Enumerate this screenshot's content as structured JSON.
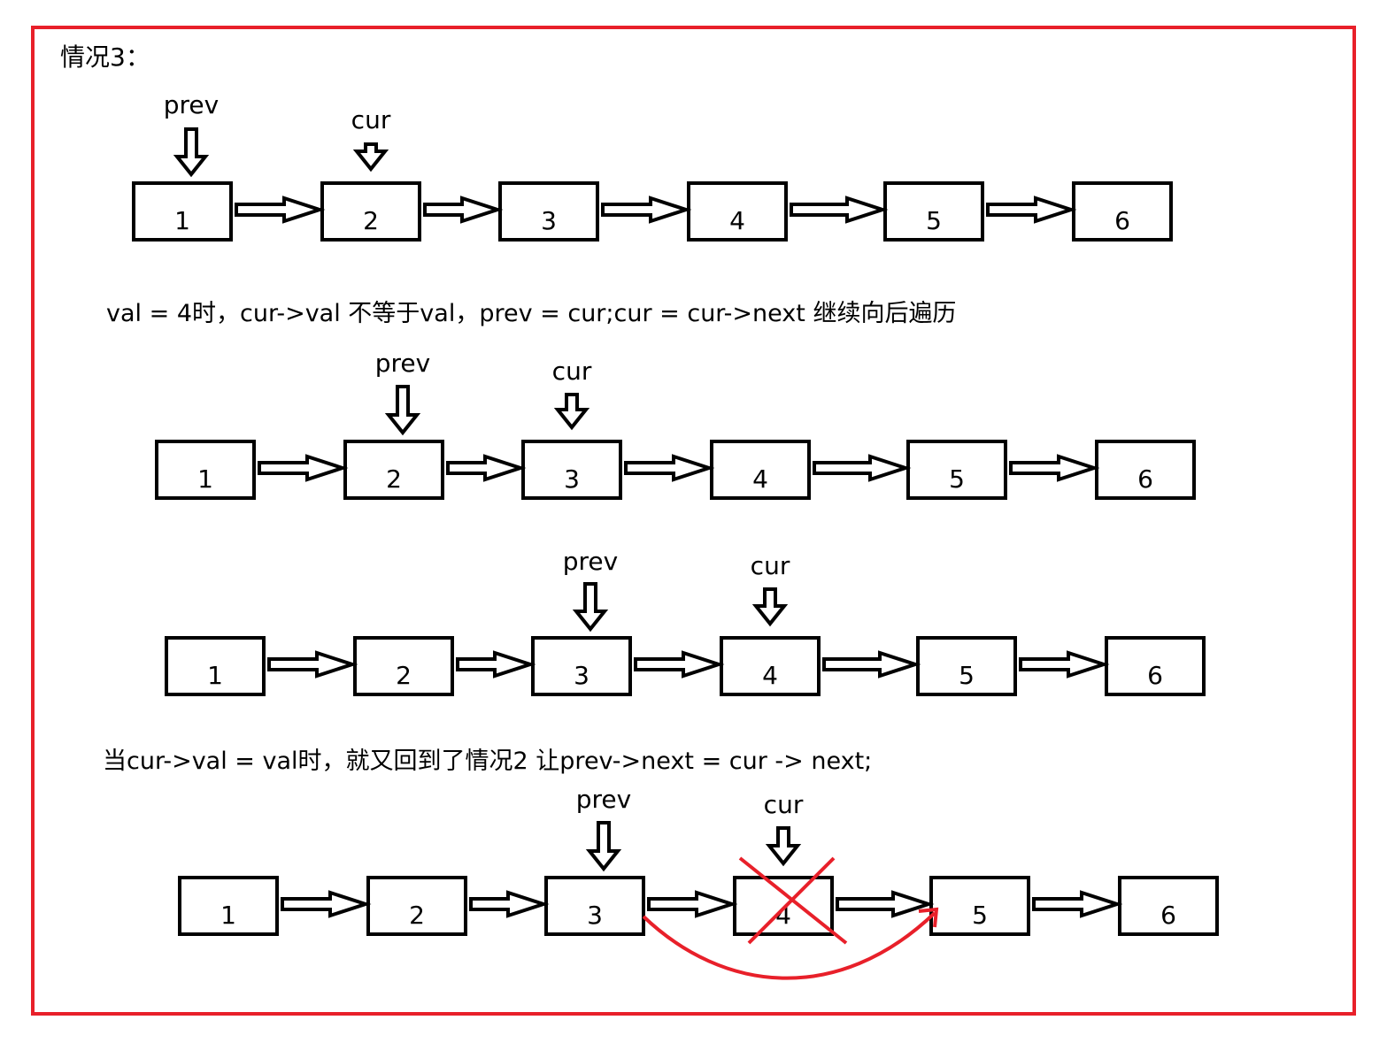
{
  "title": "情况3：",
  "frame_color": "#e8202a",
  "cross_color": "#e8202a",
  "bypass_color": "#e8202a",
  "node_labels": [
    "1",
    "2",
    "3",
    "4",
    "5",
    "6"
  ],
  "pointer_labels": {
    "prev": "prev",
    "cur": "cur"
  },
  "captions": {
    "step1": "val = 4时，cur->val 不等于val，prev = cur;cur = cur->next 继续向后遍历",
    "step3": "当cur->val = val时，就又回到了情况2 让prev->next = cur -> next;"
  },
  "rows": [
    {
      "id": "row1",
      "prev_index": 0,
      "cur_index": 1
    },
    {
      "id": "row2",
      "prev_index": 1,
      "cur_index": 2
    },
    {
      "id": "row3",
      "prev_index": 2,
      "cur_index": 3
    },
    {
      "id": "row4",
      "prev_index": 2,
      "cur_index": 3,
      "deleted_index": 3,
      "bypass": [
        2,
        4
      ]
    }
  ]
}
